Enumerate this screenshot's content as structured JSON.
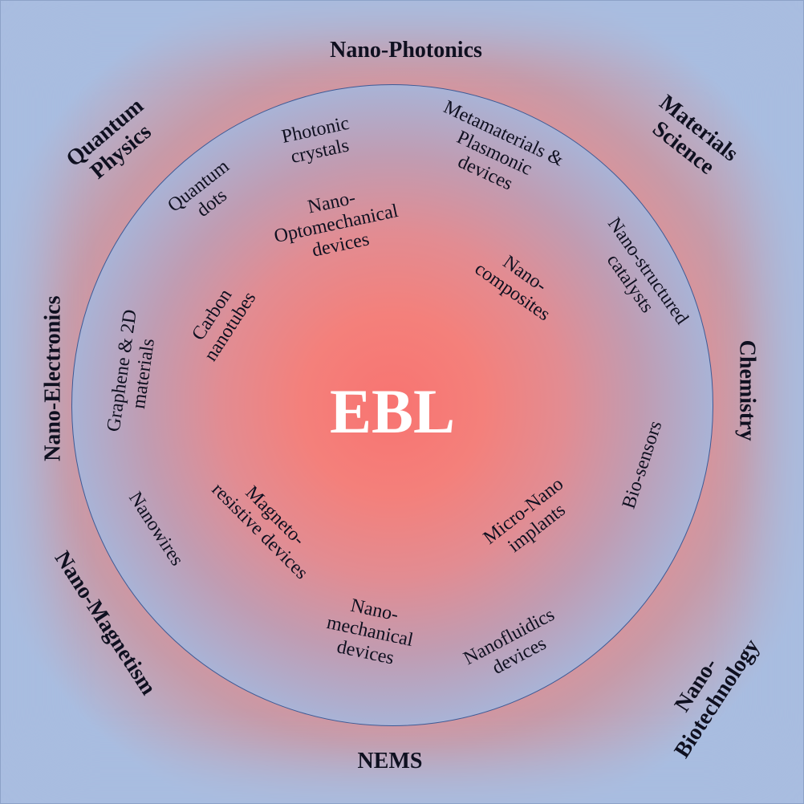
{
  "center": {
    "title": "EBL"
  },
  "fields": {
    "nano_photonics": "Nano-Photonics",
    "materials_science": "Materials\nScience",
    "chemistry": "Chemistry",
    "nano_biotechnology": "Nano-\nBiotechnology",
    "nems": "NEMS",
    "nano_magnetism": "Nano-Magnetism",
    "nano_electronics": "Nano-Electronics",
    "quantum_physics": "Quantum\nPhysics"
  },
  "applications": {
    "photonic_crystals": "Photonic\ncrystals",
    "metamaterials": "Metamaterials &\nPlasmonic\ndevices",
    "nano_structured_catalysts": "Nano-structured\ncatalysts",
    "quantum_dots": "Quantum\ndots",
    "nano_optomechanical": "Nano-\nOptomechanical\ndevices",
    "nano_composites": "Nano-\ncomposites",
    "carbon_nanotubes": "Carbon\nnanotubes",
    "graphene": "Graphene & 2D\nmaterials",
    "bio_sensors": "Bio-sensors",
    "nanowires": "Nanowires",
    "magneto_resistive": "Magneto-\nresistive devices",
    "micro_nano_implants": "Micro-Nano\nimplants",
    "nano_mechanical": "Nano-\nmechanical\ndevices",
    "nanofluidics": "Nanofluidics\ndevices"
  }
}
